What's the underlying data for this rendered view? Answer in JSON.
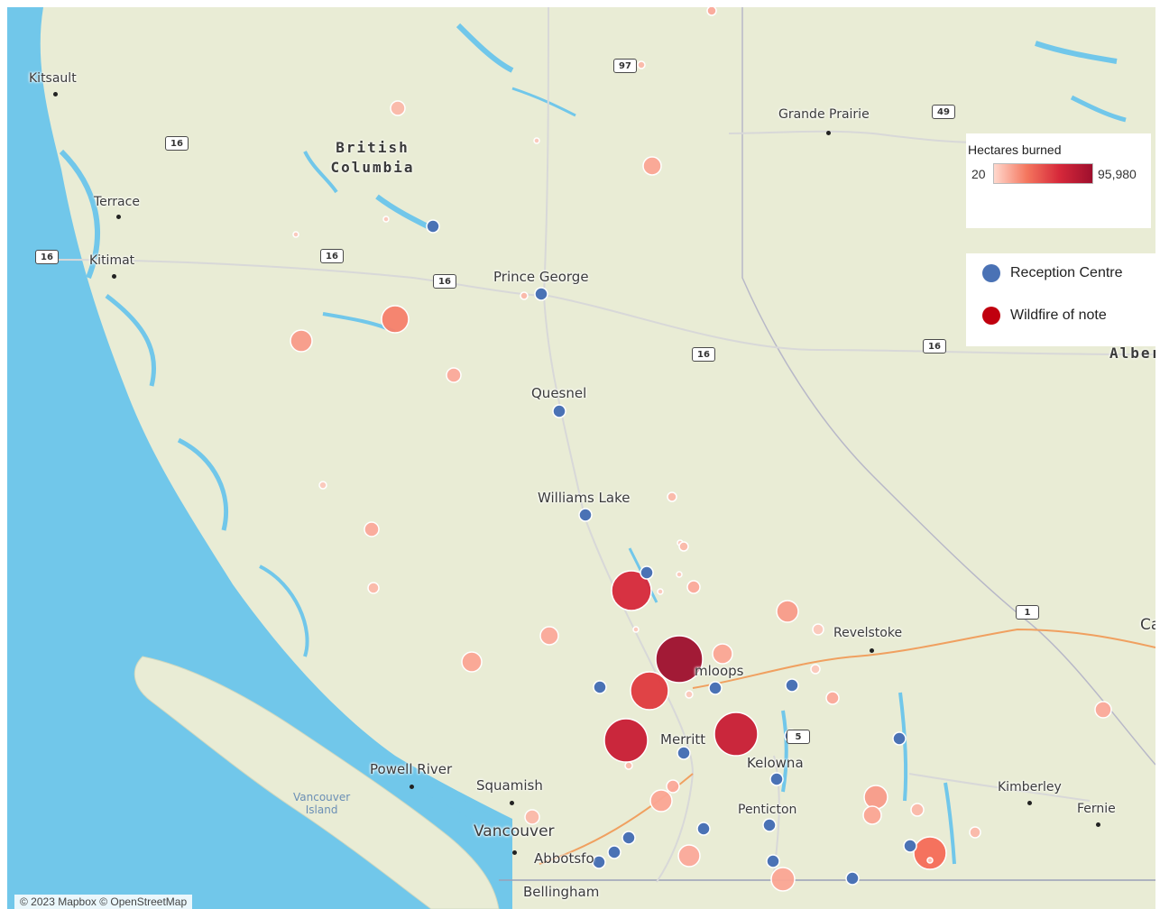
{
  "colors": {
    "land": "#e9ecd5",
    "water": "#71c7ea",
    "reception": "#4a72b5",
    "wildfire_low": "#fdc9bd",
    "wildfire_high": "#9e0f2d",
    "road": "#d8d8d8",
    "highway": "#f0a060",
    "border": "#b8b8c8"
  },
  "map": {
    "credit": "© 2023 Mapbox © OpenStreetMap",
    "regions": [
      {
        "id": "bc",
        "text": "British\nColumbia"
      },
      {
        "id": "alberta",
        "text": "Alber"
      }
    ],
    "places": [
      {
        "id": "kitsault",
        "text": "Kitsault"
      },
      {
        "id": "terrace",
        "text": "Terrace"
      },
      {
        "id": "kitimat",
        "text": "Kitimat"
      },
      {
        "id": "grande-prairie",
        "text": "Grande Prairie"
      },
      {
        "id": "prince-george",
        "text": "Prince George"
      },
      {
        "id": "quesnel",
        "text": "Quesnel"
      },
      {
        "id": "williams-lake",
        "text": "Williams Lake"
      },
      {
        "id": "revelstoke",
        "text": "Revelstoke"
      },
      {
        "id": "kamloops",
        "text": "mloops"
      },
      {
        "id": "merritt",
        "text": "Merritt"
      },
      {
        "id": "kelowna",
        "text": "Kelowna"
      },
      {
        "id": "penticton",
        "text": "Penticton"
      },
      {
        "id": "powell-river",
        "text": "Powell River"
      },
      {
        "id": "squamish",
        "text": "Squamish"
      },
      {
        "id": "vancouver",
        "text": "Vancouver"
      },
      {
        "id": "abbotsford",
        "text": "Abbotsfo"
      },
      {
        "id": "bellingham",
        "text": "Bellingham"
      },
      {
        "id": "kimberley",
        "text": "Kimberley"
      },
      {
        "id": "fernie",
        "text": "Fernie"
      },
      {
        "id": "calgary-cut",
        "text": "Ca"
      }
    ],
    "water_labels": [
      {
        "id": "vancouver-island",
        "text": "Vancouver\nIsland"
      }
    ],
    "shields": [
      {
        "id": "h97",
        "text": "97"
      },
      {
        "id": "h49",
        "text": "49"
      },
      {
        "id": "h16a",
        "text": "16"
      },
      {
        "id": "h16b",
        "text": "16"
      },
      {
        "id": "h16c",
        "text": "16"
      },
      {
        "id": "h16d",
        "text": "16"
      },
      {
        "id": "h16e",
        "text": "16"
      },
      {
        "id": "h16f",
        "text": "16"
      },
      {
        "id": "h1",
        "text": "1"
      },
      {
        "id": "h5",
        "text": "5"
      }
    ]
  },
  "legend": {
    "scale_title": "Hectares burned",
    "scale_min": "20",
    "scale_max": "95,980",
    "items": [
      {
        "label": "Reception Centre",
        "color": "#4a72b5"
      },
      {
        "label": "Wildfire of note",
        "color": "#c0000e"
      }
    ]
  }
}
